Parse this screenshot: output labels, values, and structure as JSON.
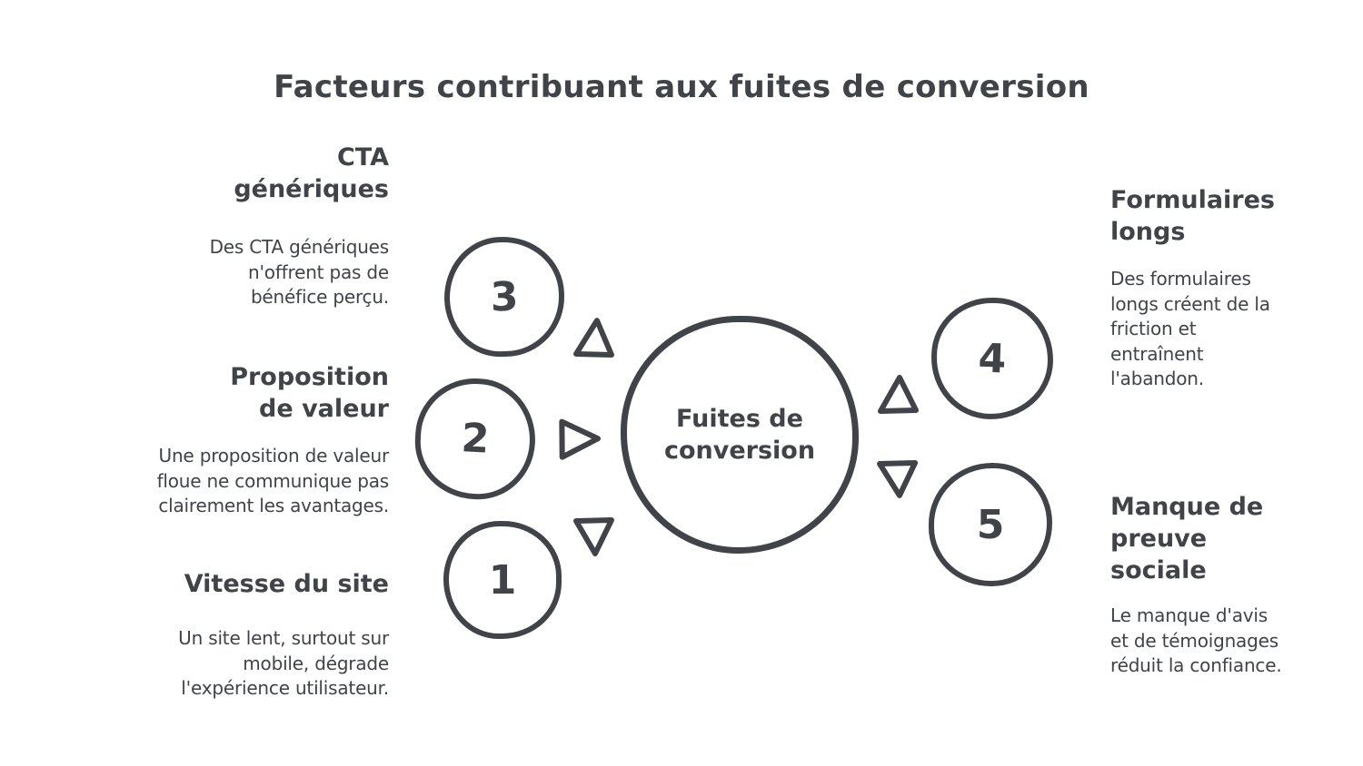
{
  "title": "Facteurs contribuant aux fuites de conversion",
  "center": {
    "label": "Fuites de\nconversion"
  },
  "factors": [
    {
      "number": "1",
      "title": "Vitesse du site",
      "description": "Un site lent, surtout sur\nmobile, dégrade\nl'expérience utilisateur."
    },
    {
      "number": "2",
      "title": "Proposition\nde valeur",
      "description": "Une proposition de valeur\nfloue ne communique pas\nclairement les avantages."
    },
    {
      "number": "3",
      "title": "CTA\ngénériques",
      "description": "Des CTA génériques\nn'offrent pas de\nbénéfice perçu."
    },
    {
      "number": "4",
      "title": "Formulaires\nlongs",
      "description": "Des formulaires\nlongs créent de la\nfriction et\nentraînent\nl'abandon."
    },
    {
      "number": "5",
      "title": "Manque de\npreuve\nsociale",
      "description": "Le manque d'avis\net de témoignages\nréduit la confiance."
    }
  ],
  "colors": {
    "ink": "#404448",
    "background": "#ffffff"
  }
}
